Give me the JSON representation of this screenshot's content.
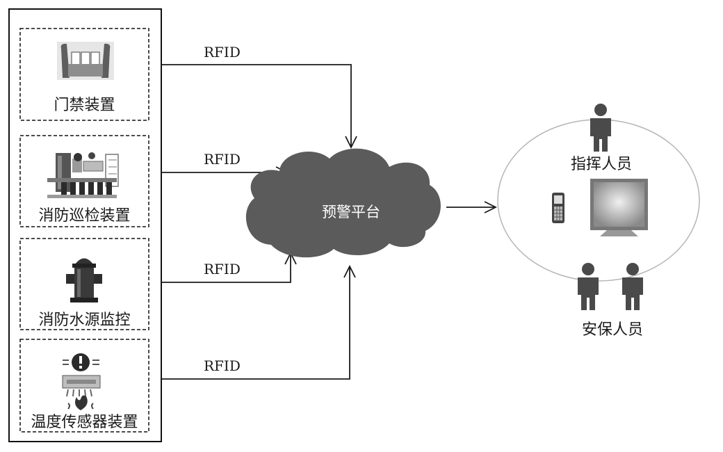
{
  "devices": [
    {
      "label": "门禁装置",
      "icon": "turnstile-icon"
    },
    {
      "label": "消防巡检装置",
      "icon": "fire-inspection-equipment-icon"
    },
    {
      "label": "消防水源监控",
      "icon": "fire-hydrant-icon"
    },
    {
      "label": "温度传感器装置",
      "icon": "temperature-sensor-icon"
    }
  ],
  "links": [
    "RFID",
    "RFID",
    "RFID",
    "RFID"
  ],
  "platform": {
    "label": "预警平台"
  },
  "receivers": {
    "command": {
      "label": "指挥人员",
      "icon": "person-icon"
    },
    "security": {
      "label": "安保人员",
      "icon": "person-icon"
    },
    "devices": [
      "mobile-phone-icon",
      "monitor-icon"
    ]
  }
}
